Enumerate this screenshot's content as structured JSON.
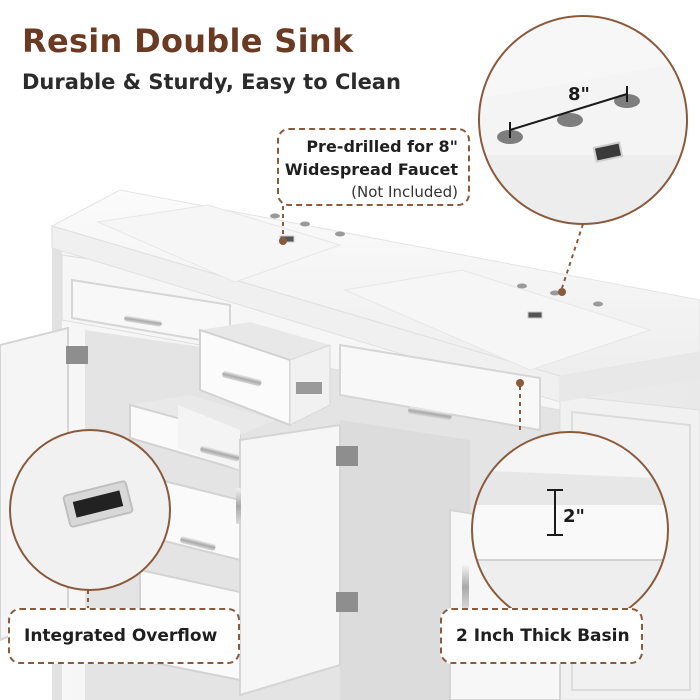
{
  "header": {
    "title": "Resin Double Sink",
    "subtitle": "Durable & Sturdy, Easy to Clean"
  },
  "callouts": {
    "faucet_line1": "Pre-drilled for 8\"",
    "faucet_line2": "Widespread Faucet",
    "faucet_line3": "(Not Included)",
    "overflow": "Integrated Overflow",
    "basin": "2 Inch Thick Basin"
  },
  "dimensions": {
    "faucet_spacing": "8\"",
    "basin_thickness": "2\""
  },
  "colors": {
    "title": "#6b3a22",
    "callout_border": "#8a5a3c",
    "cabinet": "#f4f4f4",
    "countertop": "#fafafa"
  }
}
